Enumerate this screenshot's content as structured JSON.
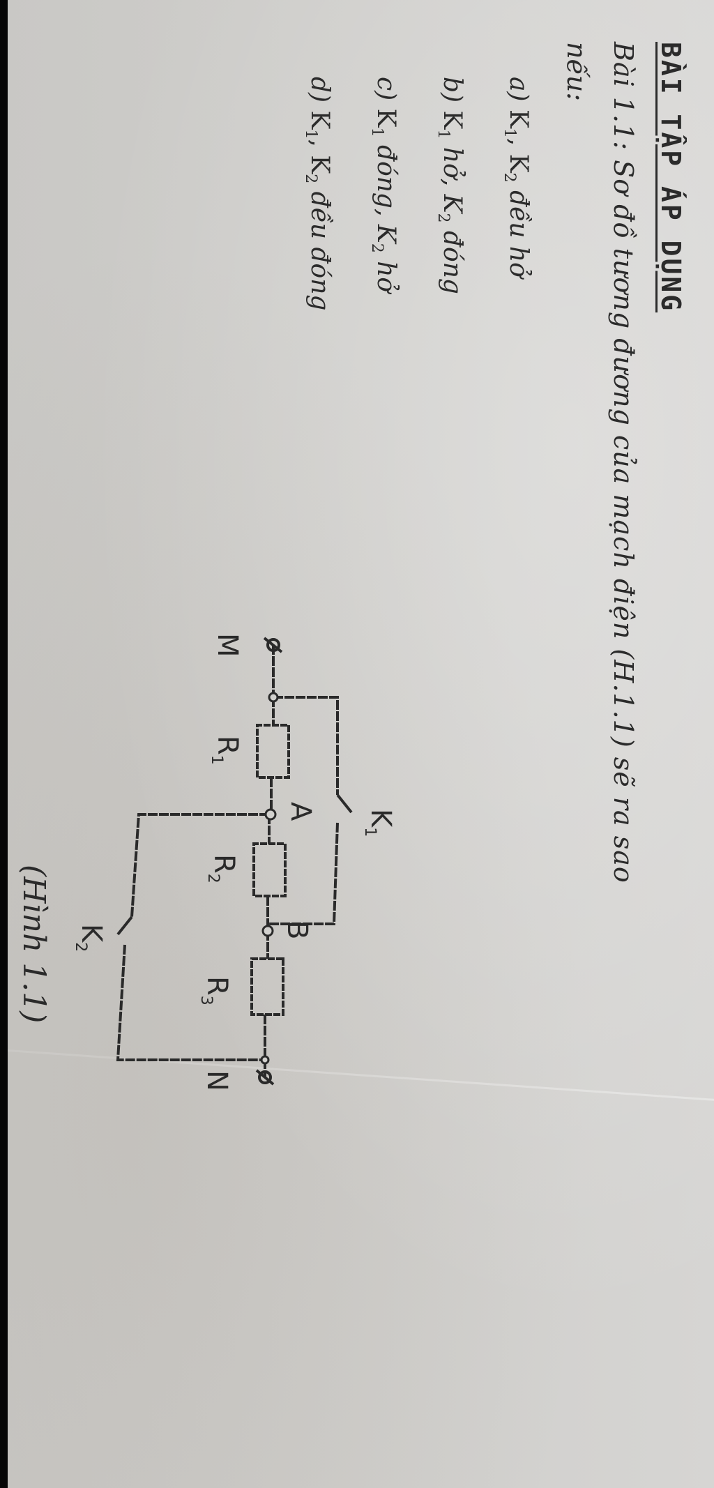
{
  "section": {
    "heading": "BÀI TẬP ÁP DỤNG"
  },
  "problem": {
    "label": "Bài 1.1:",
    "text": "Sơ đồ tương đương của mạch điện (H.1.1) sẽ ra sao",
    "text_cont": "nếu:",
    "options": [
      {
        "prefix": "a)",
        "parts": [
          "K",
          "1",
          ", K",
          "2",
          " đều hở"
        ]
      },
      {
        "prefix": "b)",
        "parts": [
          "K",
          "1",
          " hở, K",
          "2",
          " đóng"
        ]
      },
      {
        "prefix": "c)",
        "parts": [
          "K",
          "1",
          " đóng, K",
          "2",
          " hở"
        ]
      },
      {
        "prefix": "d)",
        "parts": [
          "K",
          "1",
          ", K",
          "2",
          " đều đóng"
        ]
      }
    ]
  },
  "figure": {
    "caption": "(Hình 1.1)",
    "terminals": {
      "left": "M",
      "right": "N"
    },
    "nodes": {
      "a": "A",
      "b": "B"
    },
    "resistors": [
      {
        "name": "R",
        "sub": "1"
      },
      {
        "name": "R",
        "sub": "2"
      },
      {
        "name": "R",
        "sub": "3"
      }
    ],
    "switches": [
      {
        "name": "K",
        "sub": "1"
      },
      {
        "name": "K",
        "sub": "2"
      }
    ],
    "ink_color": "#2a2a2a",
    "paper_color": "#d2d1ce"
  }
}
